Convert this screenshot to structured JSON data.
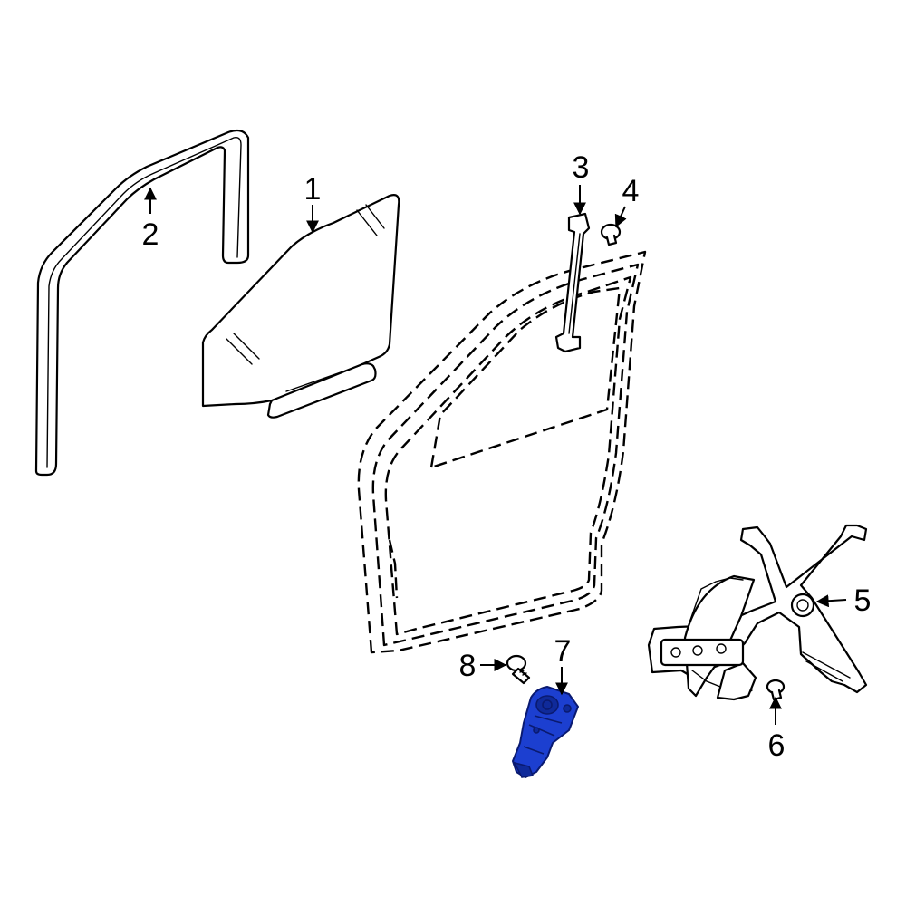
{
  "diagram": {
    "highlight_color": "#1c3fd0",
    "callouts": [
      {
        "label": "1",
        "part": "glass"
      },
      {
        "label": "2",
        "part": "glass-run-channel"
      },
      {
        "label": "3",
        "part": "guide-channel"
      },
      {
        "label": "4",
        "part": "bolt"
      },
      {
        "label": "5",
        "part": "window-regulator"
      },
      {
        "label": "6",
        "part": "bolt"
      },
      {
        "label": "7",
        "part": "window-motor"
      },
      {
        "label": "8",
        "part": "screw"
      }
    ]
  }
}
